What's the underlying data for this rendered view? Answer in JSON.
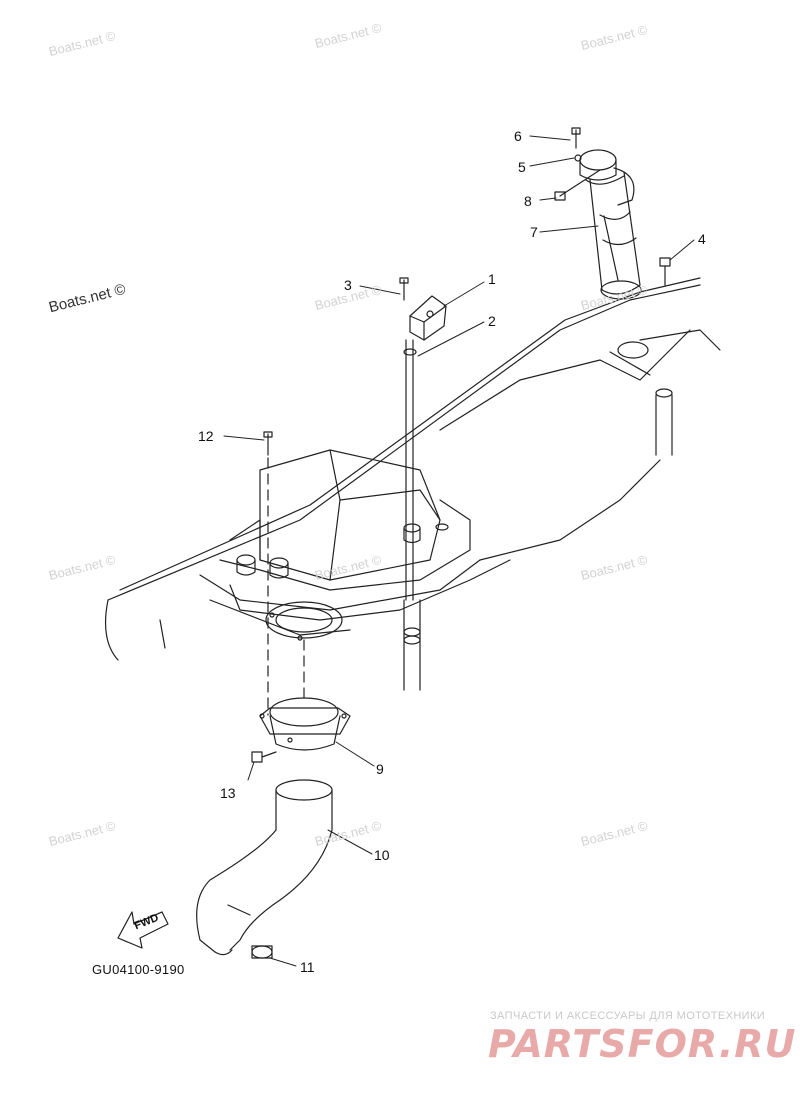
{
  "watermarks": {
    "site": "Boats.net ©",
    "site_prominent": "Boats.net ©"
  },
  "callouts": [
    {
      "id": "1",
      "label": "1"
    },
    {
      "id": "2",
      "label": "2"
    },
    {
      "id": "3",
      "label": "3"
    },
    {
      "id": "4",
      "label": "4"
    },
    {
      "id": "5",
      "label": "5"
    },
    {
      "id": "6",
      "label": "6"
    },
    {
      "id": "7",
      "label": "7"
    },
    {
      "id": "8",
      "label": "8"
    },
    {
      "id": "9",
      "label": "9"
    },
    {
      "id": "10",
      "label": "10"
    },
    {
      "id": "11",
      "label": "11"
    },
    {
      "id": "12",
      "label": "12"
    },
    {
      "id": "13",
      "label": "13"
    }
  ],
  "arrow": {
    "label": "FWD"
  },
  "diagram_code": "GU04100-9190",
  "brand": {
    "tagline": "ЗАПЧАСТИ И АКСЕССУАРЫ ДЛЯ МОТОТЕХНИКИ",
    "logo": "PARTSFOR.RU",
    "color": "#e8a9a9"
  }
}
